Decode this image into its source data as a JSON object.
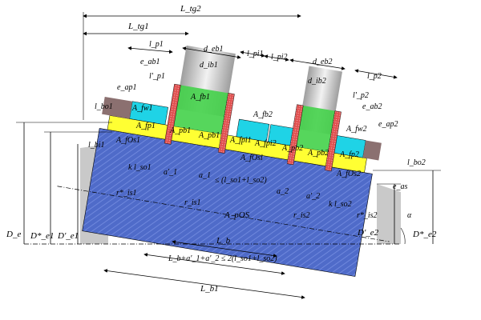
{
  "diagram": {
    "labels": {
      "ltg2": "L_tg2",
      "ltg1": "L_tg1",
      "lp1": "l_p1",
      "deb1": "d_eb1",
      "lpi1": "l_pi1",
      "lpi2": "l_pi2",
      "deb2": "d_eb2",
      "eab1": "e_ab1",
      "dib1": "d_ib1",
      "dib2": "d_ib2",
      "lp2": "l_p2",
      "lpp1": "l'_p1",
      "eap1": "e_ap1",
      "lpp2": "l'_p2",
      "eab2": "e_ab2",
      "eap2": "e_ap2",
      "lbo1": "l_bo1",
      "afw1": "A_fw1",
      "afb1": "A_fb1",
      "afb2": "A_fb2",
      "afw2": "A_fw2",
      "afp1": "A_fp1",
      "apb1a": "A_pb1",
      "apb1b": "A_pb1",
      "afpi1": "A_fpi1",
      "afpi2": "A_fpi2",
      "apb2a": "A_pb2",
      "apb2b": "A_pb2",
      "afp2": "A_fp2",
      "afos1": "A_fOs1",
      "afosi": "A_fOsi",
      "afos2": "A_fOs2",
      "lbi1": "l_bi1",
      "lbo2": "l_bo2",
      "klso1": "k l_so1",
      "a1p": "a'_1",
      "a1": "a_1",
      "ineq1": "≤ (l_so1+l_so2)",
      "a2": "a_2",
      "a2p": "a'_2",
      "klso2": "k l_so2",
      "eas": "e_as",
      "ris1s": "r*_is1",
      "ris1": "r_is1",
      "ris2": "r_is2",
      "ris2s": "r*_is2",
      "apos": "A_pOS",
      "alpha": "α",
      "de": "D_e",
      "de1s": "D*_e1",
      "de1p": "D'_e1",
      "de2p": "D'_e2",
      "de2s": "D*_e2",
      "lb": "L_b",
      "lbsum": "L_b+a'_1+a'_2 ≤ 2(l_so1+l_so2)",
      "lb1": "L_b1"
    },
    "colors": {
      "base": "#4f6bc9",
      "cyan": "#1fd3e6",
      "yellow": "#ffff33",
      "green": "#44d24a",
      "weld": "#e0504f",
      "grey": "#c9c9c9",
      "nozzle": "#b9b9b9",
      "wall": "#8b7070"
    }
  }
}
